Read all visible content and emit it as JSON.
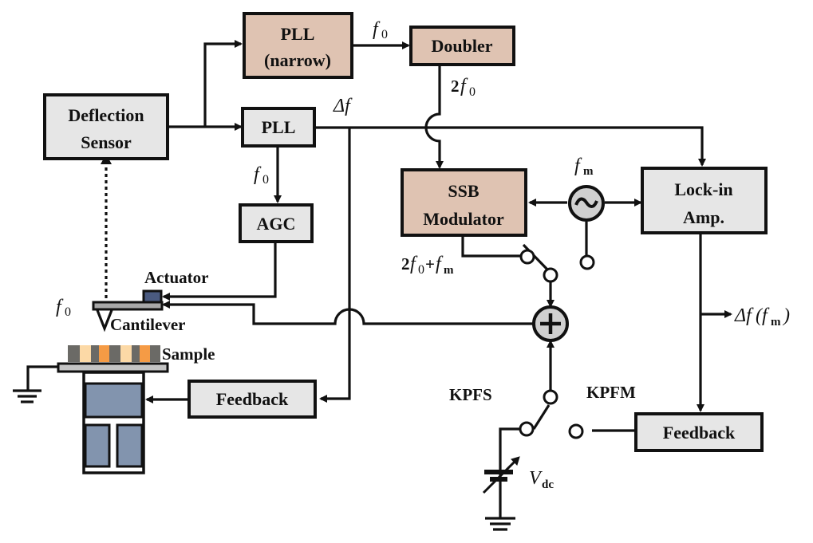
{
  "blocks": {
    "deflection_sensor": [
      "Deflection",
      "Sensor"
    ],
    "pll_narrow": [
      "PLL",
      "(narrow)"
    ],
    "doubler": "Doubler",
    "pll": "PLL",
    "agc": "AGC",
    "ssb_modulator": [
      "SSB",
      "Modulator"
    ],
    "lockin_amp": [
      "Lock-in",
      "Amp."
    ],
    "feedback_z": "Feedback",
    "feedback_kpfm": "Feedback"
  },
  "labels": {
    "actuator": "Actuator",
    "cantilever": "Cantilever",
    "sample": "Sample",
    "kpfs": "KPFS",
    "kpfm": "KPFM",
    "f": "f",
    "zero": "0",
    "m": "m",
    "two": "2",
    "plus": "+",
    "delta_f": "Δf",
    "dfm_open": "(",
    "dfm_close": ")",
    "V": "V",
    "dc": "dc",
    "tilde": "~"
  },
  "colors": {
    "gray_block": "#e6e6e6",
    "tan_block": "#dfc3b2",
    "actuator": "#4a5a80",
    "piezo": "#8294ae",
    "sample_dark": "#6b6a66",
    "sample_light": "#fcd9a6",
    "sample_orange": "#f59b45"
  }
}
